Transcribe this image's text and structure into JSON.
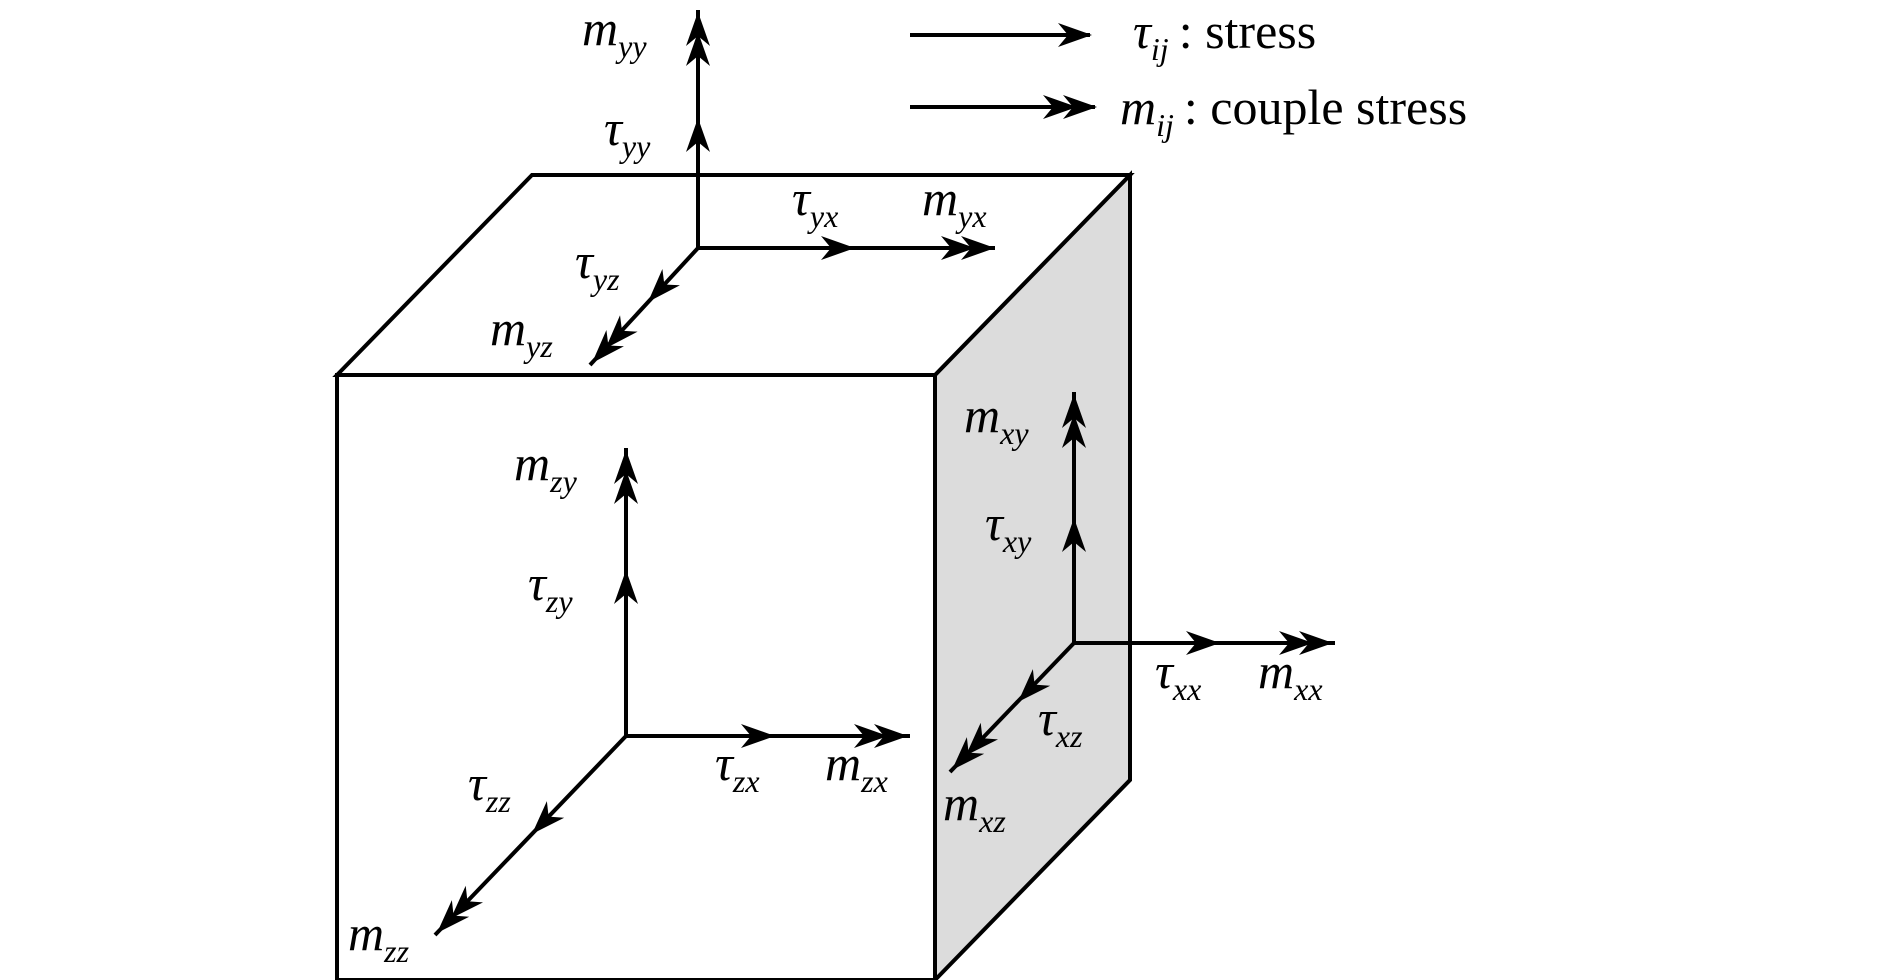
{
  "legend": {
    "stress": {
      "sym": "τ",
      "sub": "ij",
      "text": ": stress"
    },
    "couple": {
      "sym": "m",
      "sub": "ij",
      "text": ": couple stress"
    }
  },
  "labels": {
    "m_yy": {
      "sym": "m",
      "sub": "yy"
    },
    "tau_yy": {
      "sym": "τ",
      "sub": "yy"
    },
    "tau_yx": {
      "sym": "τ",
      "sub": "yx"
    },
    "m_yx": {
      "sym": "m",
      "sub": "yx"
    },
    "tau_yz": {
      "sym": "τ",
      "sub": "yz"
    },
    "m_yz": {
      "sym": "m",
      "sub": "yz"
    },
    "m_zy": {
      "sym": "m",
      "sub": "zy"
    },
    "tau_zy": {
      "sym": "τ",
      "sub": "zy"
    },
    "tau_zx": {
      "sym": "τ",
      "sub": "zx"
    },
    "m_zx": {
      "sym": "m",
      "sub": "zx"
    },
    "tau_zz": {
      "sym": "τ",
      "sub": "zz"
    },
    "m_zz": {
      "sym": "m",
      "sub": "zz"
    },
    "m_xy": {
      "sym": "m",
      "sub": "xy"
    },
    "tau_xy": {
      "sym": "τ",
      "sub": "xy"
    },
    "tau_xx": {
      "sym": "τ",
      "sub": "xx"
    },
    "m_xx": {
      "sym": "m",
      "sub": "xx"
    },
    "tau_xz": {
      "sym": "τ",
      "sub": "xz"
    },
    "m_xz": {
      "sym": "m",
      "sub": "xz"
    }
  },
  "colors": {
    "line": "#000000",
    "side_face": "#dcdcdc",
    "background": "#ffffff"
  }
}
